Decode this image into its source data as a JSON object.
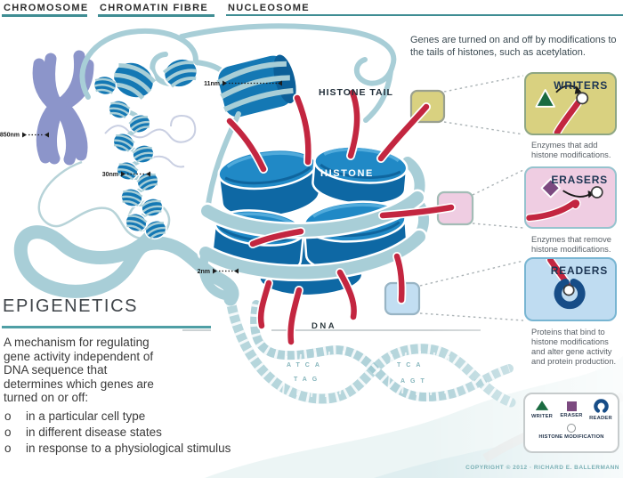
{
  "header": {
    "chromosome": "CHROMOSOME",
    "chromatin_fibre": "CHROMATIN FIBRE",
    "nucleosome": "NUCLEOSOME"
  },
  "measurements": {
    "chromosome": "850nm",
    "fibre": "30nm",
    "nucleosome": "11nm",
    "dna": "2nm"
  },
  "diagram": {
    "histone_tail_label": "HISTONE TAIL",
    "histone_label": "HISTONE",
    "dna_label": "DNA",
    "intro": "Genes are turned on and off by modifications to the tails of histones, such as acetylation.",
    "dna_letters": {
      "g1_top": "ATCA",
      "g1_bottom": "TAG",
      "g2_top": "TCA",
      "g2_bottom": "AGT"
    }
  },
  "panels": {
    "writers": {
      "title": "WRITERS",
      "description": "Enzymes that add histone modifications."
    },
    "erasers": {
      "title": "ERASERS",
      "description": "Enzymes that remove histone modifications."
    },
    "readers": {
      "title": "READERS",
      "description": "Proteins that bind to histone modifications and alter gene activity and protein production."
    }
  },
  "epigenetics": {
    "title": "EPIGENETICS",
    "paragraph": "A mechanism for regulating gene activity independent of DNA sequence that determines which genes are turned on or off:",
    "bullets": [
      {
        "marker": "o",
        "text": "in a particular cell type"
      },
      {
        "marker": "o",
        "text": "in different disease states"
      },
      {
        "marker": "o",
        "text": "in response to a physiological stimulus"
      }
    ]
  },
  "legend": {
    "writer": "WRITER",
    "eraser": "ERASER",
    "reader": "READER",
    "modification": "HISTONE MODIFICATION"
  },
  "footer": {
    "copyright": "COPYRIGHT © 2012 · RICHARD E. BALLERMANN"
  },
  "colors": {
    "histone_blue": "#1478b4",
    "dna_strand": "#a8ced7",
    "tail_red": "#c32640",
    "chromosome_purple": "#8c95ca",
    "heading_rule_teal": "#3f8d93",
    "writers_fill": "#d9d180",
    "erasers_fill": "#efcde2",
    "readers_fill": "#bfdcf1",
    "writer_green": "#1a6b41",
    "eraser_purple": "#7c4a80",
    "reader_navy": "#174d87"
  }
}
